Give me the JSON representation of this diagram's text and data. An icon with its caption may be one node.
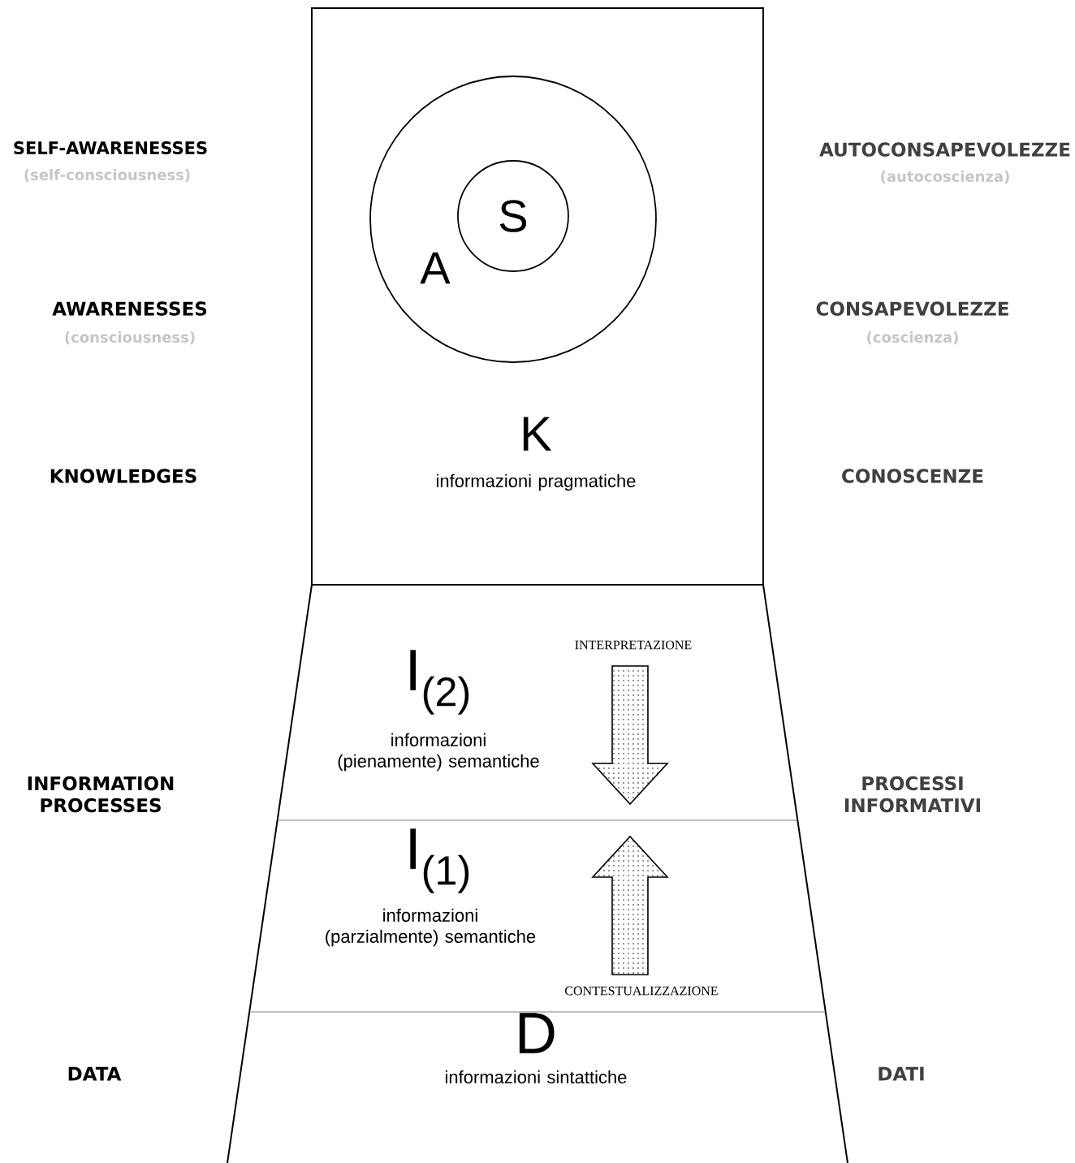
{
  "diagram": {
    "nodes": [
      {
        "text": [
          "K",
          "informazioni pragmatiche"
        ]
      },
      {
        "text": [
          "A"
        ],
        "in": 0
      },
      {
        "text": [
          "S"
        ],
        "in": 1
      },
      {
        "text": [
          "I$_{(2)}$",
          "informazioni (pienamente) semantiche"
        ]
      },
      {
        "text": [
          "I$_{(1)}$",
          "informazioni (parzialmente) semantiche"
        ]
      },
      {
        "text": [
          "D",
          "informazioni sintattiche"
        ]
      }
    ],
    "labels": [
      "SELF-AWARENESSES",
      "(self-consciousness)",
      "AUTOCONSAPEVOLEZZE",
      "(autocoscienza)",
      "AWARENESSES",
      "(consciousness)",
      "CONSAPEVOLEZZE",
      "(coscienza)",
      "KNOWLEDGES",
      "CONOSCENZE",
      "INTERPRETAZIONE",
      "INFORMATION PROCESSES",
      "PROCESSI INFORMATIVI",
      "CONTESTUALIZZAZIONE",
      "DATA",
      "DATI"
    ]
  }
}
